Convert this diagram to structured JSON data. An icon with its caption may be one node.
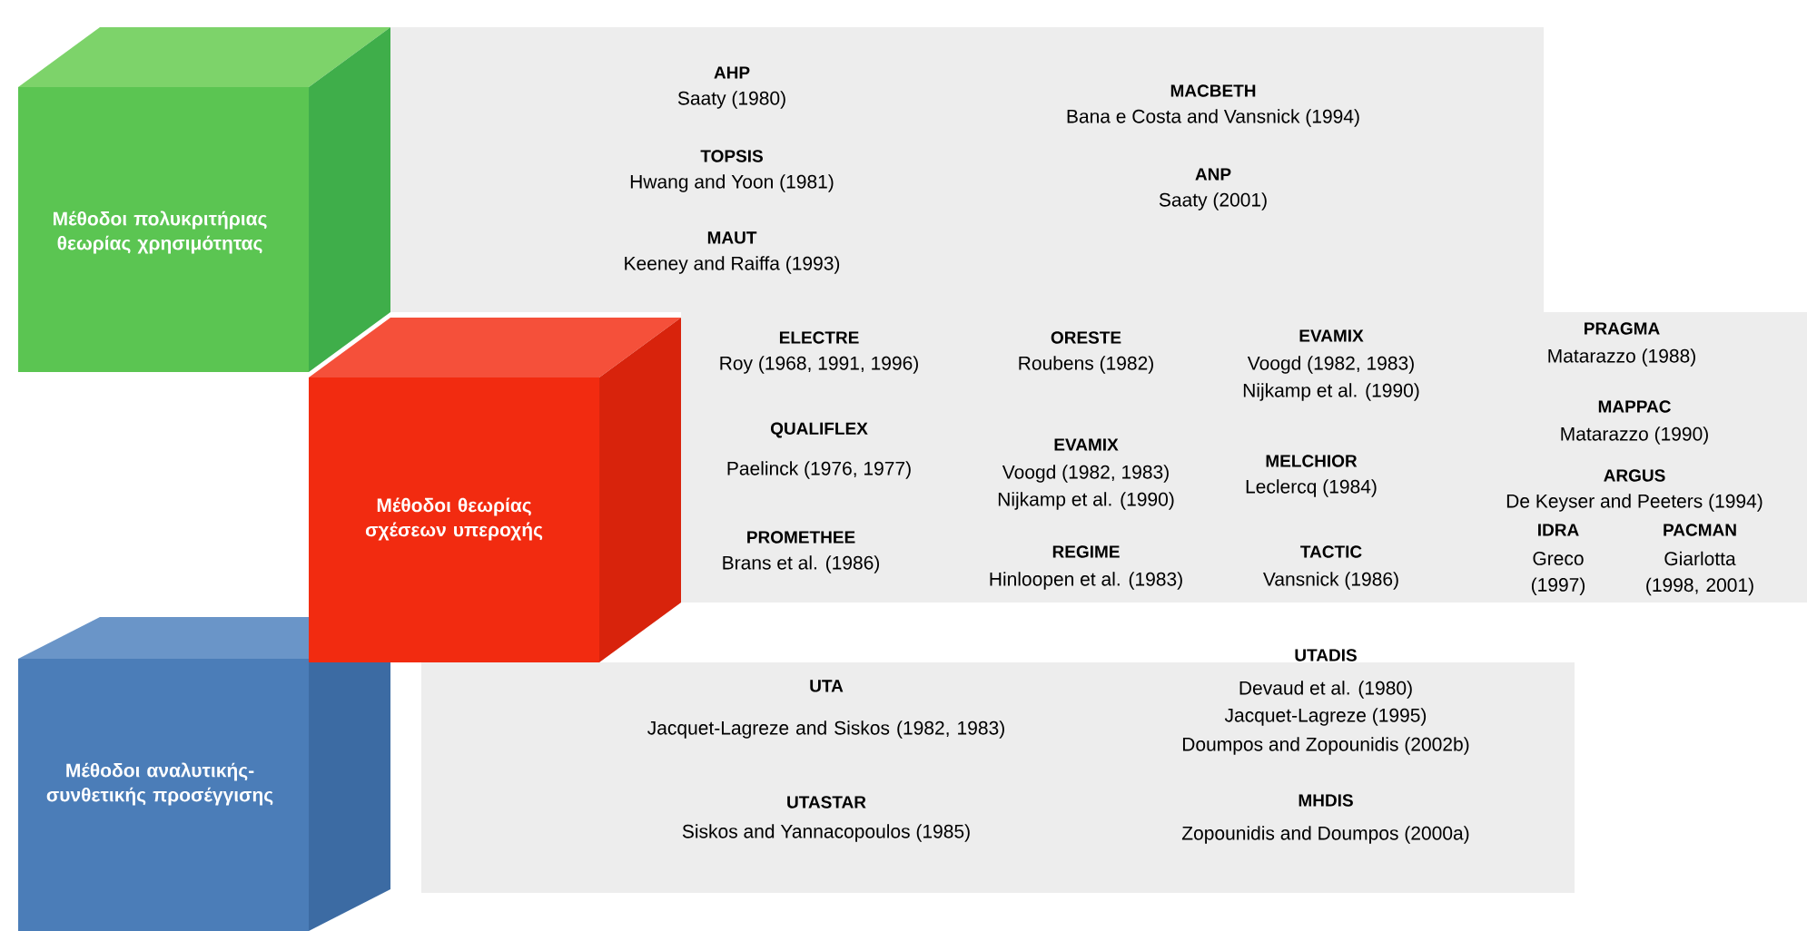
{
  "diagram": {
    "nodes": [
      {
        "text": [
          "Μέθοδοι πολυκριτήριας θεωρίας χρησιμότητας"
        ]
      },
      {
        "text": [
          "AHP",
          "Saaty (1980)",
          "TOPSIS",
          "Hwang and Yoon (1981)",
          "MAUT",
          "Keeney and Raiffa (1993)",
          "MACBETH",
          "Bana e Costa and Vansnick (1994)",
          "ANP",
          "Saaty (2001)"
        ]
      },
      {
        "text": [
          "Μέθοδοι θεωρίας σχέσεων υπεροχής"
        ]
      },
      {
        "text": [
          "ELECTRE",
          "Roy (1968, 1991, 1996)",
          "ORESTE",
          "Roubens (1982)",
          "EVAMIX",
          "Voogd (1982, 1983)",
          "Nijkamp et al. (1990)",
          "PRAGMA",
          "Matarazzo (1988)",
          "QUALIFLEX",
          "Paelinck (1976, 1977)",
          "EVAMIX",
          "Voogd (1982, 1983)",
          "Nijkamp et al. (1990)",
          "MELCHIOR",
          "Leclercq (1984)",
          "MAPPAC",
          "Matarazzo (1990)",
          "ARGUS",
          "De Keyser and Peeters (1994)",
          "PROMETHEE",
          "Brans et al. (1986)",
          "REGIME",
          "Hinloopen et al. (1983)",
          "TACTIC",
          "Vansnick (1986)",
          "IDRA",
          "Greco (1997)",
          "PACMAN",
          "Giarlotta (1998, 2001)"
        ]
      },
      {
        "text": [
          "Μέθοδοι αναλυτικής- συνθετικής προσέγγισης"
        ]
      },
      {
        "text": [
          "UTA",
          "Jacquet-Lagreze and Siskos (1982, 1983)",
          "UTASTAR",
          "Siskos and Yannacopoulos (1985)",
          "UTADIS",
          "Devaud et al. (1980)",
          "Jacquet-Lagreze (1995)",
          "Doumpos and Zopounidis (2002b)",
          "MHDIS",
          "Zopounidis and Doumpos (2000a)"
        ]
      }
    ]
  }
}
